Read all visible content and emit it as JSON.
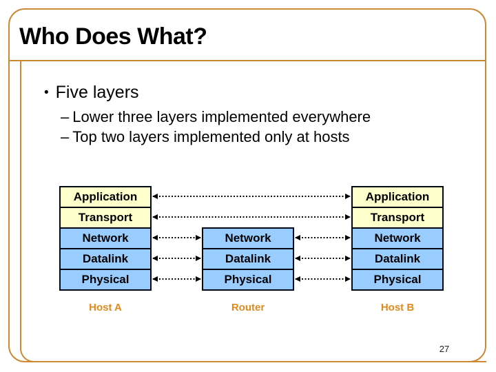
{
  "slide": {
    "title": "Who Does What?",
    "page_number": "27",
    "bullet": {
      "marker": "•",
      "text": "Five layers",
      "sub_marker": "–",
      "sub_items": [
        "Lower three layers implemented everywhere",
        "Top two layers implemented only at hosts"
      ]
    },
    "diagram": {
      "host_a": {
        "label": "Host A",
        "layers": [
          "Application",
          "Transport",
          "Network",
          "Datalink",
          "Physical"
        ]
      },
      "router": {
        "label": "Router",
        "layers": [
          "Network",
          "Datalink",
          "Physical"
        ]
      },
      "host_b": {
        "label": "Host B",
        "layers": [
          "Application",
          "Transport",
          "Network",
          "Datalink",
          "Physical"
        ]
      }
    },
    "colors": {
      "frame": "#cc8833",
      "upper_layer_fill": "#ffffcc",
      "lower_layer_fill": "#99ccff",
      "host_label": "#e08a1e",
      "box_border": "#000814"
    }
  }
}
